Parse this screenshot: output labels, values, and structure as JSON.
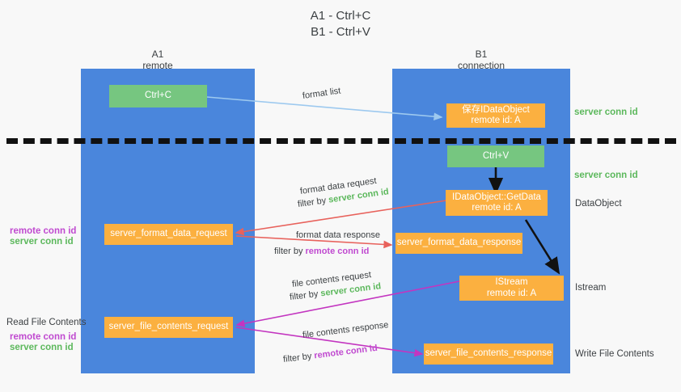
{
  "title": {
    "line1": "A1 - Ctrl+C",
    "line2": "B1 - Ctrl+V"
  },
  "columns": [
    {
      "name": "A1",
      "role": "remote"
    },
    {
      "name": "B1",
      "role": "connection"
    }
  ],
  "boxes": {
    "ctrl_c": "Ctrl+C",
    "ctrl_v": "Ctrl+V",
    "save_idataobject_l1": "保存IDataObject",
    "save_idataobject_l2": "remote id: A",
    "getdata_l1": "IDataObject::GetData",
    "getdata_l2": "remote id: A",
    "istream_l1": "IStream",
    "istream_l2": "remote id: A",
    "server_format_data_request": "server_format_data_request",
    "server_format_data_response": "server_format_data_response",
    "server_file_contents_request": "server_file_contents_request",
    "server_file_contents_response": "server_file_contents_response"
  },
  "right_labels": {
    "server_conn_id_top": "server conn id",
    "server_conn_id_mid": "server conn id",
    "dataobject": "DataObject",
    "istream": "Istream",
    "write_file_contents": "Write File Contents"
  },
  "left_labels": {
    "remote_conn_id_mid": "remote conn id",
    "server_conn_id_mid": "server conn id",
    "read_file_contents": "Read File Contents",
    "remote_conn_id_bottom": "remote conn id",
    "server_conn_id_bottom": "server conn id"
  },
  "captions": {
    "format_list": "format list",
    "format_data_request": "format data request",
    "format_data_request_filter_pre": "filter by ",
    "format_data_request_filter_key": "server conn id",
    "format_data_response": "format data response",
    "format_data_response_filter_pre": "filter by ",
    "format_data_response_filter_key": "remote conn id",
    "file_contents_request": "file contents request",
    "file_contents_request_filter_pre": "filter by ",
    "file_contents_request_filter_key": "server conn id",
    "file_contents_response": "file contents response",
    "file_contents_response_filter_pre": "filter by ",
    "file_contents_response_filter_key": "remote conn id"
  },
  "colors": {
    "lane": "#4a86dc",
    "green_box": "#76c680",
    "orange_box": "#fbb040",
    "green_text": "#5cb85c",
    "purple_text": "#c04ad0",
    "arrow_light_blue": "#9dc9ef",
    "arrow_red": "#e8625c",
    "arrow_magenta": "#c335c0",
    "arrow_black": "#111111",
    "background": "#f8f8f8"
  }
}
